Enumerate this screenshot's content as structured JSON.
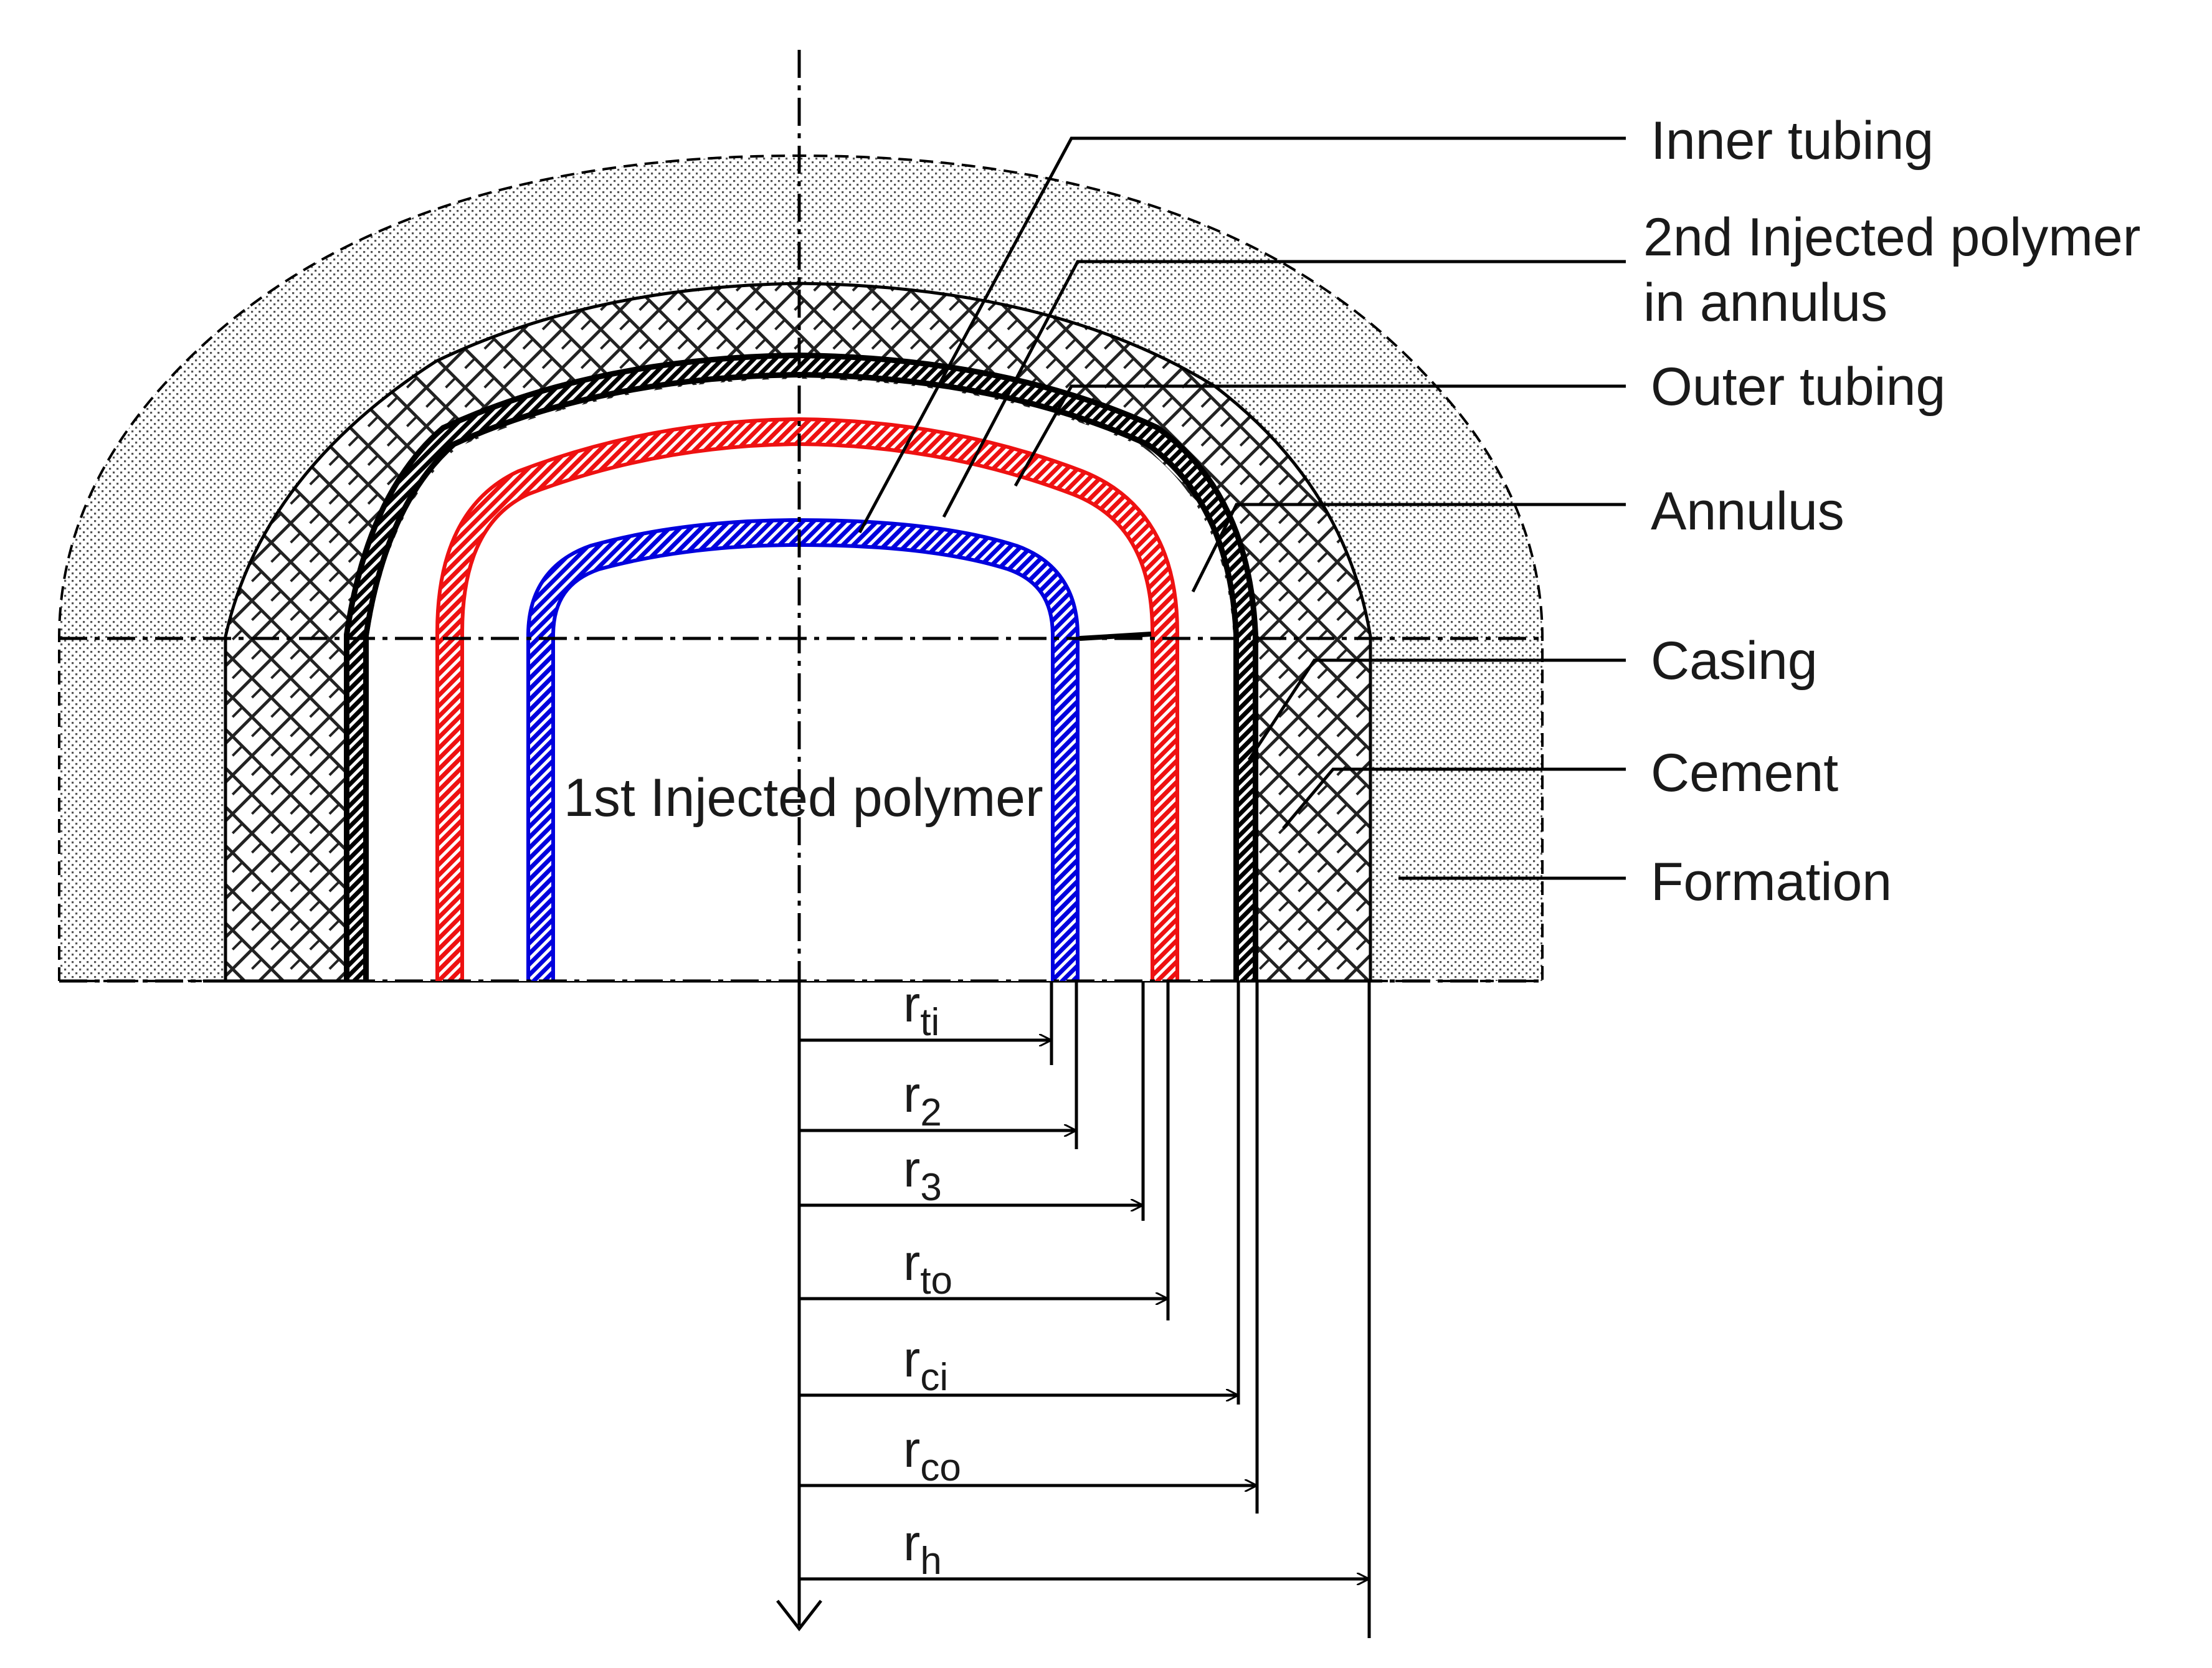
{
  "diagram": {
    "labels": {
      "inner_tubing": "Inner tubing",
      "second_polymer_line1": "2nd Injected polymer",
      "second_polymer_line2": "in annulus",
      "outer_tubing": "Outer tubing",
      "annulus": "Annulus",
      "casing": "Casing",
      "cement": "Cement",
      "formation": "Formation",
      "first_polymer": "1st Injected  polymer"
    },
    "radii": [
      {
        "main": "r",
        "sub": "ti"
      },
      {
        "main": "r",
        "sub": "2"
      },
      {
        "main": "r",
        "sub": "3"
      },
      {
        "main": "r",
        "sub": "to"
      },
      {
        "main": "r",
        "sub": "ci"
      },
      {
        "main": "r",
        "sub": "co"
      },
      {
        "main": "r",
        "sub": "h"
      }
    ],
    "colors": {
      "inner_tubing": "#0000dd",
      "outer_tubing": "#ee1111",
      "casing": "#000000",
      "lines": "#000000"
    }
  }
}
